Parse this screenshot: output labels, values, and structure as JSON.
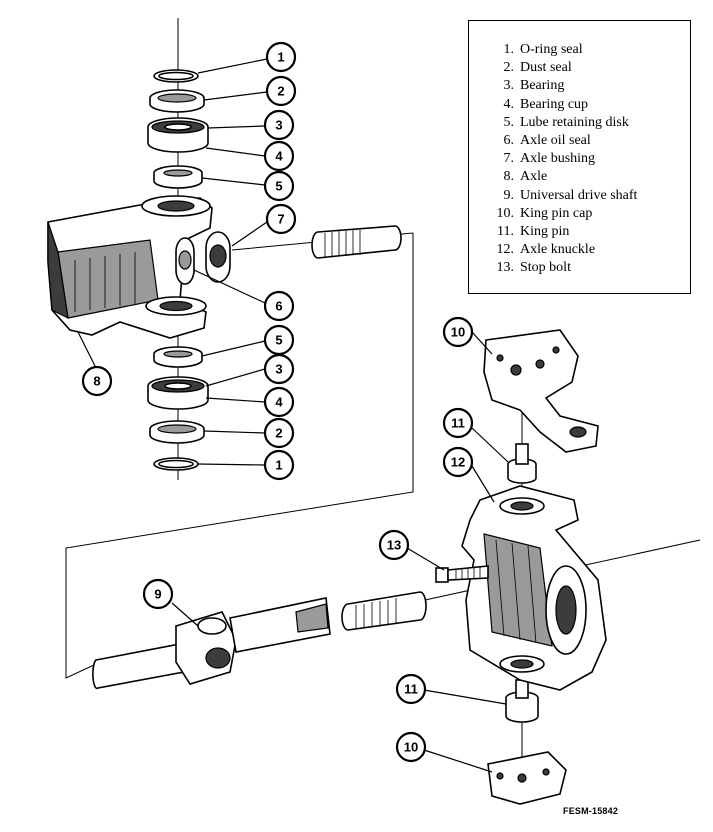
{
  "legend": {
    "items": [
      {
        "num": "1.",
        "label": "O-ring seal"
      },
      {
        "num": "2.",
        "label": "Dust seal"
      },
      {
        "num": "3.",
        "label": "Bearing"
      },
      {
        "num": "4.",
        "label": "Bearing cup"
      },
      {
        "num": "5.",
        "label": "Lube retaining disk"
      },
      {
        "num": "6.",
        "label": "Axle oil seal"
      },
      {
        "num": "7.",
        "label": "Axle bushing"
      },
      {
        "num": "8.",
        "label": "Axle"
      },
      {
        "num": "9.",
        "label": "Universal drive shaft"
      },
      {
        "num": "10.",
        "label": "King pin cap"
      },
      {
        "num": "11.",
        "label": "King pin"
      },
      {
        "num": "12.",
        "label": "Axle knuckle"
      },
      {
        "num": "13.",
        "label": "Stop bolt"
      }
    ]
  },
  "callouts": {
    "c1_top": "1",
    "c2_top": "2",
    "c3_top": "3",
    "c4_top": "4",
    "c5_top": "5",
    "c7": "7",
    "c6": "6",
    "c8": "8",
    "c5_bot": "5",
    "c3_bot": "3",
    "c4_bot": "4",
    "c2_bot": "2",
    "c1_bot": "1",
    "c10_top": "10",
    "c11_top": "11",
    "c12": "12",
    "c13": "13",
    "c9": "9",
    "c11_bot": "11",
    "c10_bot": "10"
  },
  "figure_code": "FESM-15842"
}
